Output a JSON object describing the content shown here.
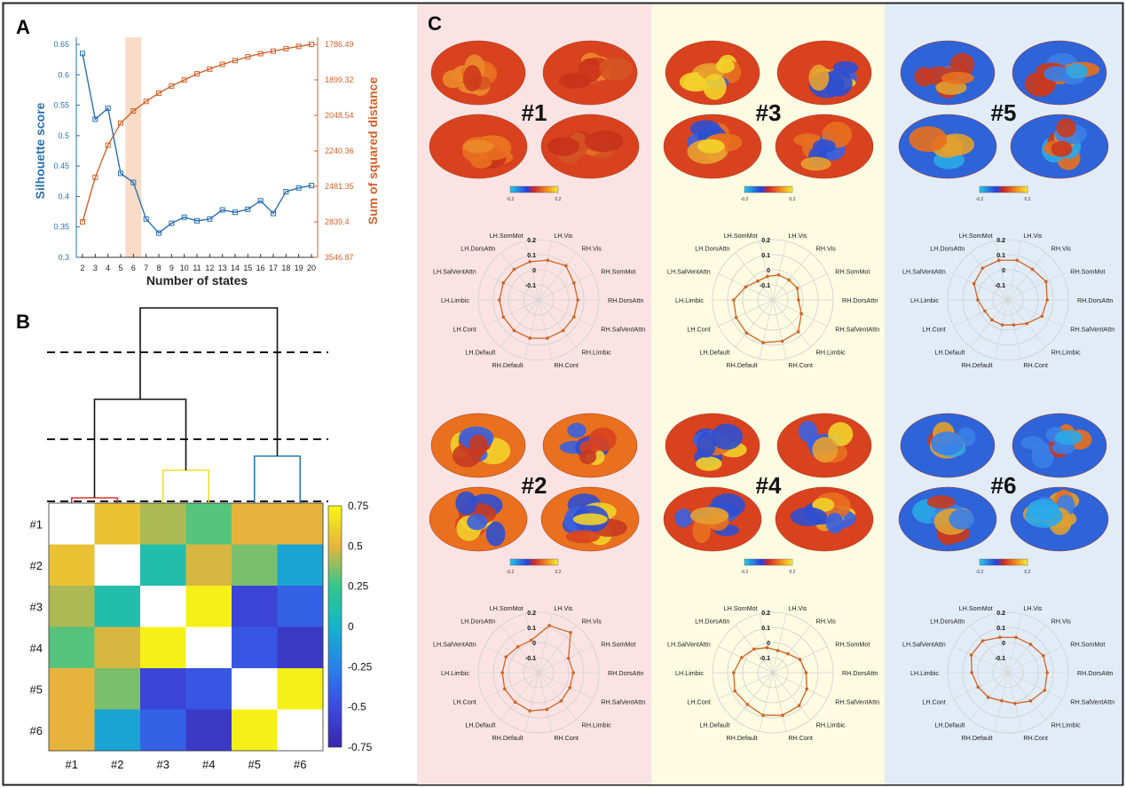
{
  "panel_letters": {
    "a": "A",
    "b": "B",
    "c": "C"
  },
  "colors": {
    "silhouette": "#2a6fb0",
    "ssd": "#d0622a",
    "highlight": "#f9dcc7",
    "col1_bg": "#fbe3e3",
    "col2_bg": "#fdfbe2",
    "col3_bg": "#e2ecf7",
    "radar_line": "#cf6425"
  },
  "chart_data": [
    {
      "type": "line",
      "panel": "A",
      "xlabel": "Number of states",
      "x": [
        2,
        3,
        4,
        5,
        6,
        7,
        8,
        9,
        10,
        11,
        12,
        13,
        14,
        15,
        16,
        17,
        18,
        19,
        20
      ],
      "xticks": [
        "2",
        "3",
        "4",
        "5",
        "6",
        "7",
        "8",
        "9",
        "10",
        "11",
        "12",
        "13",
        "14",
        "15",
        "16",
        "17",
        "18",
        "19",
        "20"
      ],
      "highlight_x": 6,
      "y_left": {
        "label": "Silhouette score",
        "ylim": [
          0.3,
          0.65
        ],
        "ticks": [
          "0.65",
          "0.6",
          "0.55",
          "0.5",
          "0.45",
          "0.4",
          "0.35",
          "0.3"
        ],
        "values": [
          0.635,
          0.527,
          0.545,
          0.438,
          0.423,
          0.363,
          0.34,
          0.356,
          0.366,
          0.36,
          0.363,
          0.378,
          0.374,
          0.379,
          0.393,
          0.372,
          0.408,
          0.414,
          0.418
        ]
      },
      "y_right": {
        "label": "Sum of squared distance",
        "ticks": [
          "1786.49",
          "1899.32",
          "2048.54",
          "2240.36",
          "2481.35",
          "2839.4",
          "3546.87"
        ],
        "values": [
          2839.4,
          2420,
          2210,
          2090,
          2030,
          1990,
          1955,
          1925,
          1900,
          1880,
          1865,
          1850,
          1838,
          1826,
          1816,
          1808,
          1800,
          1793,
          1786.49
        ]
      }
    },
    {
      "type": "heatmap",
      "panel": "B",
      "labels": [
        "#1",
        "#2",
        "#3",
        "#4",
        "#5",
        "#6"
      ],
      "values": [
        [
          null,
          0.55,
          0.42,
          0.3,
          0.5,
          0.5
        ],
        [
          0.55,
          null,
          0.12,
          0.48,
          0.35,
          -0.08
        ],
        [
          0.42,
          0.12,
          null,
          0.72,
          -0.55,
          -0.4
        ],
        [
          0.3,
          0.48,
          0.72,
          null,
          -0.45,
          -0.62
        ],
        [
          0.5,
          0.35,
          -0.55,
          -0.45,
          null,
          0.72
        ],
        [
          0.5,
          -0.08,
          -0.4,
          -0.62,
          0.72,
          null
        ]
      ],
      "colorbar_ticks": [
        "0.75",
        "0.5",
        "0.25",
        "0",
        "-0.25",
        "-0.5",
        "-0.75"
      ],
      "clim": [
        -0.75,
        0.75
      ]
    }
  ],
  "radar_axes": [
    "LH.Vis",
    "RH.Vis",
    "RH.SomMot",
    "RH.DorsAttn",
    "RH.SalVentAttn",
    "RH.Limbic",
    "RH.Cont",
    "RH.Default",
    "LH.Default",
    "LH.Cont",
    "LH.Limbic",
    "LH.SalVentAttn",
    "LH.DorsAttn",
    "LH.SomMot"
  ],
  "radar_ring_labels": [
    "0.2",
    "0.1",
    "0",
    "-0.1"
  ],
  "states": [
    {
      "label": "#1",
      "colorbar": [
        "-0.2",
        "0.2"
      ],
      "profile": [
        0.07,
        0.09,
        0.06,
        0.06,
        0.06,
        0.06,
        0.06,
        0.06,
        0.06,
        0.06,
        0.06,
        0.06,
        0.06,
        0.06
      ]
    },
    {
      "label": "#2",
      "colorbar": [
        "-0.2",
        "0.2"
      ],
      "profile": [
        0.12,
        0.14,
        0.02,
        0.03,
        0.03,
        0.04,
        0.05,
        0.06,
        0.05,
        0.05,
        0.04,
        0.04,
        0.02,
        0.02
      ]
    },
    {
      "label": "#3",
      "colorbar": [
        "-0.2",
        "0.2"
      ],
      "profile": [
        -0.03,
        -0.03,
        -0.02,
        -0.03,
        0.01,
        0.07,
        0.08,
        0.09,
        0.08,
        0.07,
        0.06,
        0.0,
        -0.04,
        -0.04
      ]
    },
    {
      "label": "#4",
      "colorbar": [
        "-0.2",
        "0.2"
      ],
      "profile": [
        -0.05,
        -0.04,
        0.0,
        0.02,
        0.05,
        0.08,
        0.09,
        0.09,
        0.07,
        0.08,
        0.06,
        0.03,
        0.0,
        -0.03
      ]
    },
    {
      "label": "#5",
      "colorbar": [
        "-0.2",
        "0.2"
      ],
      "profile": [
        0.07,
        0.06,
        0.08,
        0.06,
        0.05,
        0.0,
        -0.03,
        -0.03,
        -0.03,
        -0.03,
        0.0,
        0.05,
        0.07,
        0.07
      ]
    },
    {
      "label": "#6",
      "colorbar": [
        "-0.2",
        "0.2"
      ],
      "profile": [
        0.04,
        0.04,
        0.06,
        0.06,
        0.07,
        0.04,
        0.01,
        -0.01,
        0.01,
        0.02,
        0.04,
        0.07,
        0.07,
        0.04
      ]
    }
  ]
}
